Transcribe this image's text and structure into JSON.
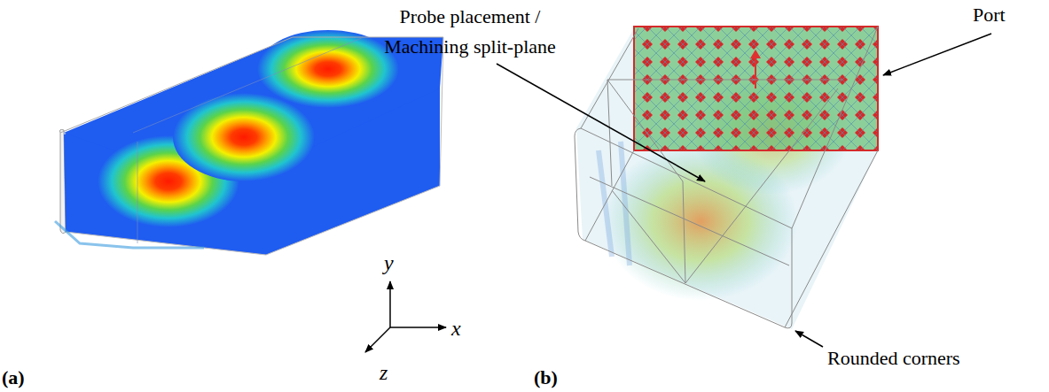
{
  "diagram": {
    "labels": [
      "Probe placement / Machining split-plane",
      "Port",
      "Rounded corners",
      "y",
      "x",
      "z",
      "(a)",
      "(b)"
    ]
  }
}
